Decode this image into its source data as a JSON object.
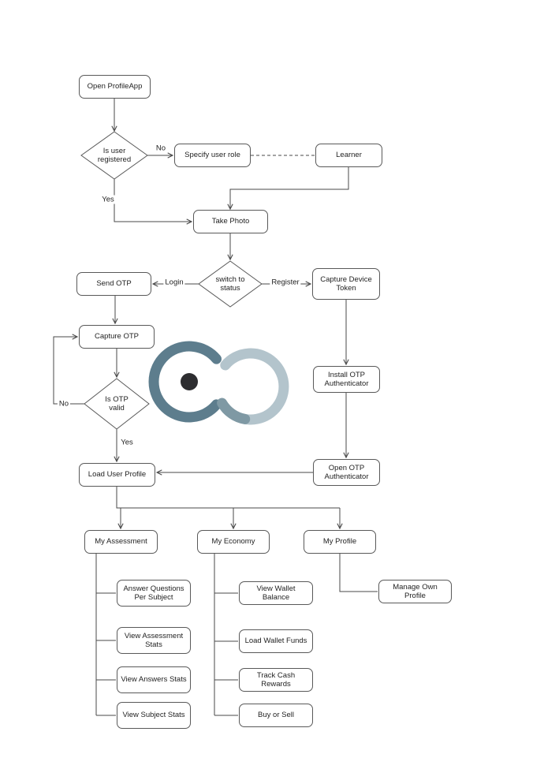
{
  "nodes": {
    "open_profileapp": "Open ProfileApp",
    "is_user_registered": "Is user registered",
    "specify_user_role": "Specify user role",
    "learner": "Learner",
    "take_photo": "Take Photo",
    "switch_to_status": "switch to status",
    "send_otp": "Send OTP",
    "capture_device_token": "Capture Device Token",
    "capture_otp": "Capture OTP",
    "is_otp_valid": "Is OTP valid",
    "install_otp_authenticator": "Install OTP Authenticator",
    "open_otp_authenticator": "Open OTP Authenticator",
    "load_user_profile": "Load User Profile",
    "my_assessment": "My Assessment",
    "my_economy": "My Economy",
    "my_profile": "My Profile",
    "answer_questions_per_subject": "Answer Questions Per Subject",
    "view_assessment_stats": "View Assessment Stats",
    "view_answers_stats": "View Answers Stats",
    "view_subject_stats": "View Subject Stats",
    "view_wallet_balance": "View Wallet Balance",
    "load_wallet_funds": "Load Wallet Funds",
    "track_cash_rewards": "Track Cash Rewards",
    "buy_or_sell": "Buy or Sell",
    "manage_own_profile": "Manage Own Profile"
  },
  "edge_labels": {
    "registered_no": "No",
    "registered_yes": "Yes",
    "login": "Login",
    "register": "Register",
    "otp_no": "No",
    "otp_yes": "Yes"
  },
  "colors": {
    "line": "#4a4a4a",
    "node_border": "#595959",
    "node_fill": "#ffffff",
    "text": "#1f1f1f",
    "watermark_dark_ring": "#5d7d8d",
    "watermark_light_ring": "#b3c4cc",
    "watermark_accent_arc": "#7f99a4",
    "watermark_dot": "#2d2d30"
  }
}
